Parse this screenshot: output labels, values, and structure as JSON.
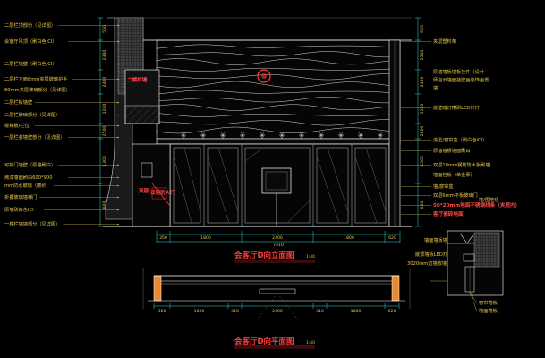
{
  "left_labels": [
    "二层栏顶部份（见详图）",
    "会客厅吊顶（刷白色ICI）",
    "二层栏墙壁（刷白色ICI）",
    "二层栏立面8mm夹层玻璃护手",
    "80mm夹层玻璃部分（见详图）",
    "二层栏板墙壁",
    "二层栏玻璃部分（见详图）",
    "楼梯板/栏位",
    "一层栏装墙壁部分（见详图）",
    "可拆门墙壁（原墙刷白）",
    "烤漆墙面刷白600*900",
    "mm防水玻璃（磨砂）",
    "折叠玻璃墙梯门",
    "原墙刷白色ICI",
    "一楼栏墙墙部分（见详图）"
  ],
  "right_labels": [
    "夹层塑料条",
    "原墙墙板墙板挂件（设计",
    "师指示墙面挂壁画装饰画置",
    "墙）",
    "嵌壁暗灯槽刷LED灯灯",
    "造型/窗帘盒（刷白色ICI）",
    "原墙墙板墙面刷白",
    "双层18mm钢筋防水板刷墙",
    "墙面包板（单金厚）",
    "墙/窗帘盒",
    "双层6mm平板玻璃门",
    "墙/围地毯",
    "50*20mm地面不锈钢线条（夹层内）",
    "客厅瓷砖地面",
    "墙面墙板墙面",
    "嵌顶墙板LED灯灯",
    "3020mm边墙嵌墙墙手"
  ],
  "center_label": "二楼栏墙",
  "door_label": "双层",
  "door_label2": "双层防火门",
  "title_elevation": "会客厅D向立面图",
  "scale_elevation": "1:40",
  "title_plan": "会客厅D向平面图",
  "scale_plan": "1:40",
  "dims_vertical": [
    "560",
    "2300",
    "2400",
    "1200",
    "2500",
    "1300",
    "600"
  ],
  "dims_elev_bottom": [
    "350",
    "1800",
    "2400",
    "1800",
    "620"
  ],
  "dim_elev_total": "7410",
  "dims_plan_bottom": [
    "350",
    "1800",
    "310",
    "2400",
    "310",
    "1800",
    "620"
  ],
  "detail_labels": [
    "窗帘墙板",
    "墙面墙板"
  ],
  "colors": {
    "background": "#000000",
    "label": "#e8c64a",
    "line": "#ffffff",
    "accent_red": "#ff3b3b",
    "cyan": "#3ad7d7",
    "orange_fill": "#e8892f",
    "hatch": "#8a8a8a"
  }
}
